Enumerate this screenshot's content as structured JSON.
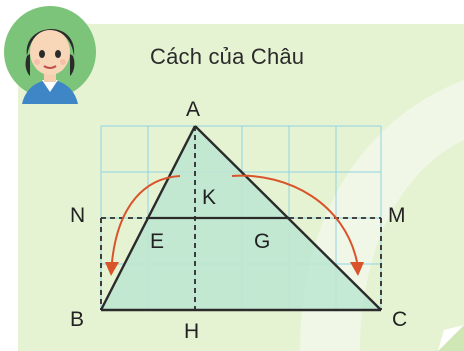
{
  "header": {
    "title": "Cách của Châu"
  },
  "points": {
    "A": "A",
    "B": "B",
    "C": "C",
    "H": "H",
    "K": "K",
    "E": "E",
    "G": "G",
    "N": "N",
    "M": "M"
  },
  "colors": {
    "card_bg": "#e6f3d3",
    "grid": "#8fd3e3",
    "triangle_fill": "#bfe7d2",
    "lines": "#2b2b2b",
    "arrows": "#d9532b",
    "dashed": "#2b2b2b"
  },
  "icons": [
    "girl-avatar-icon",
    "corner-fold-icon"
  ]
}
